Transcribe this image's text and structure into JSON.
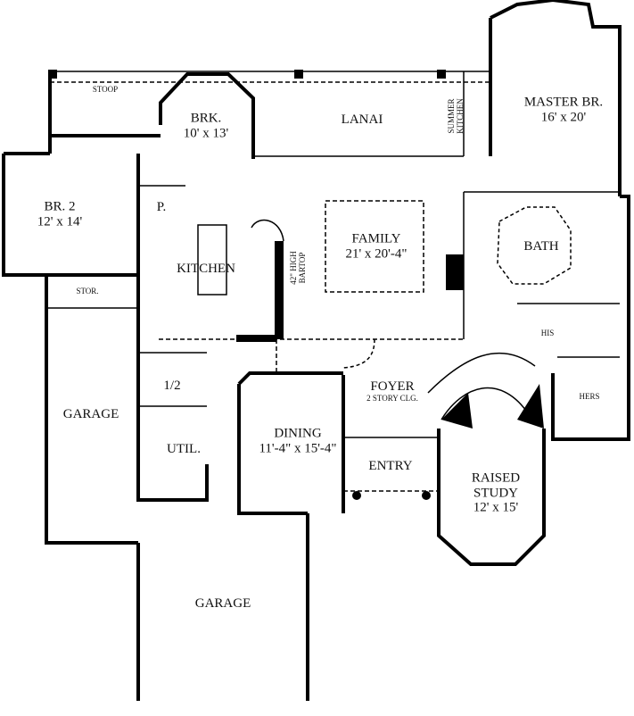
{
  "title": "Floor Plan",
  "colors": {
    "wall": "#000000",
    "line": "#333333",
    "background": "#ffffff"
  },
  "rooms": {
    "stoop": {
      "name": "STOOP"
    },
    "breakfast": {
      "name": "BRK.",
      "size": "10' x 13'"
    },
    "lanai": {
      "name": "LANAI"
    },
    "summer_kitchen": {
      "name": "SUMMER KITCHEN"
    },
    "master_bedroom": {
      "name": "MASTER BR.",
      "size": "16' x 20'"
    },
    "bedroom2": {
      "name": "BR. 2",
      "size": "12' x 14'"
    },
    "pantry": {
      "name": "P."
    },
    "kitchen": {
      "name": "KITCHEN"
    },
    "bartop": {
      "name": "42\" HIGH BARTOP"
    },
    "family": {
      "name": "FAMILY",
      "size": "21' x 20'-4\""
    },
    "bath": {
      "name": "BATH"
    },
    "storage": {
      "name": "STOR."
    },
    "his_closet": {
      "name": "HIS"
    },
    "hers_closet": {
      "name": "HERS"
    },
    "half_bath": {
      "name": "1/2"
    },
    "foyer": {
      "name": "FOYER",
      "note": "2 STORY CLG."
    },
    "garage_side": {
      "name": "GARAGE"
    },
    "dining": {
      "name": "DINING",
      "size": "11'-4\" x 15'-4\""
    },
    "utility": {
      "name": "UTIL."
    },
    "entry": {
      "name": "ENTRY"
    },
    "raised_study": {
      "name": "RAISED STUDY",
      "size": "12' x 15'"
    },
    "garage_front": {
      "name": "GARAGE"
    }
  }
}
